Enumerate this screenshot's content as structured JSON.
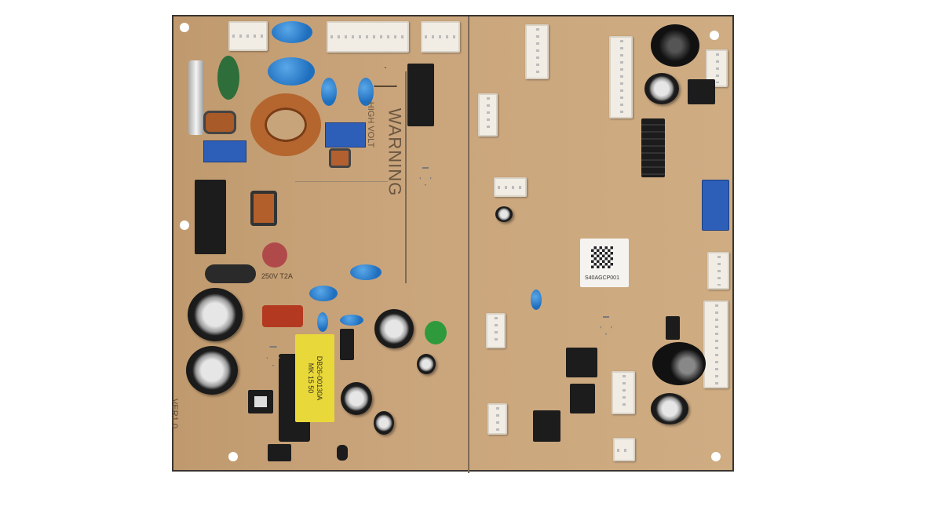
{
  "board": {
    "warning_label": "WARNING",
    "warning_sub": "HIGH VOLT",
    "fuse_rating": "250V T2A",
    "transformer_part": "DB26-00130A",
    "transformer_code": "MK 15 50",
    "qr_label_code": "S40AGCP001",
    "version_text": "VER1.0"
  },
  "colors": {
    "pcb": "#c8a47a",
    "capacitor_blue": "#2a7fd0",
    "transformer_yellow": "#e8d83a"
  }
}
